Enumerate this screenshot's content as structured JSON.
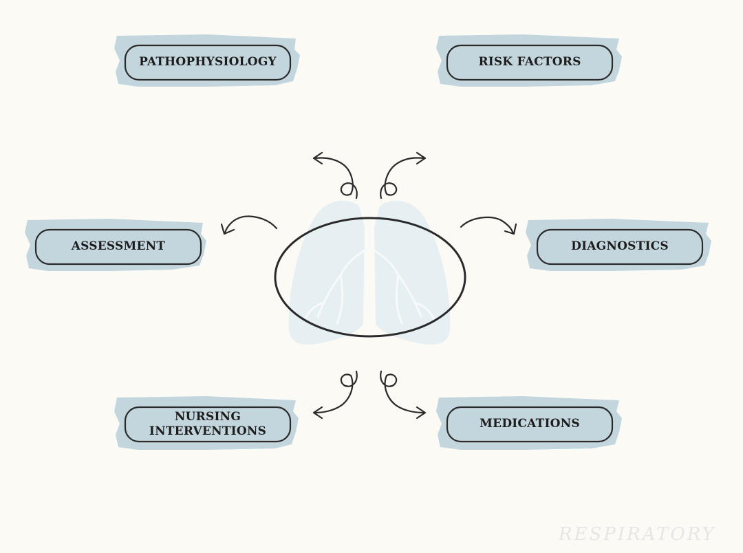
{
  "nodes": {
    "pathophysiology": "PATHOPHYSIOLOGY",
    "risk_factors": "RISK FACTORS",
    "assessment": "ASSESSMENT",
    "diagnostics": "DIAGNOSTICS",
    "nursing_interventions_line1": "NURSING",
    "nursing_interventions_line2": "INTERVENTIONS",
    "medications": "MEDICATIONS"
  },
  "center": {
    "label": ""
  },
  "watermark": "RESPIRATORY",
  "colors": {
    "background": "#fbfaf5",
    "brush": "#c3d6dd",
    "outline": "#2a2a2a",
    "lung": "#e6eff2"
  },
  "icons": [
    "lungs-icon",
    "curved-arrow-icon"
  ]
}
